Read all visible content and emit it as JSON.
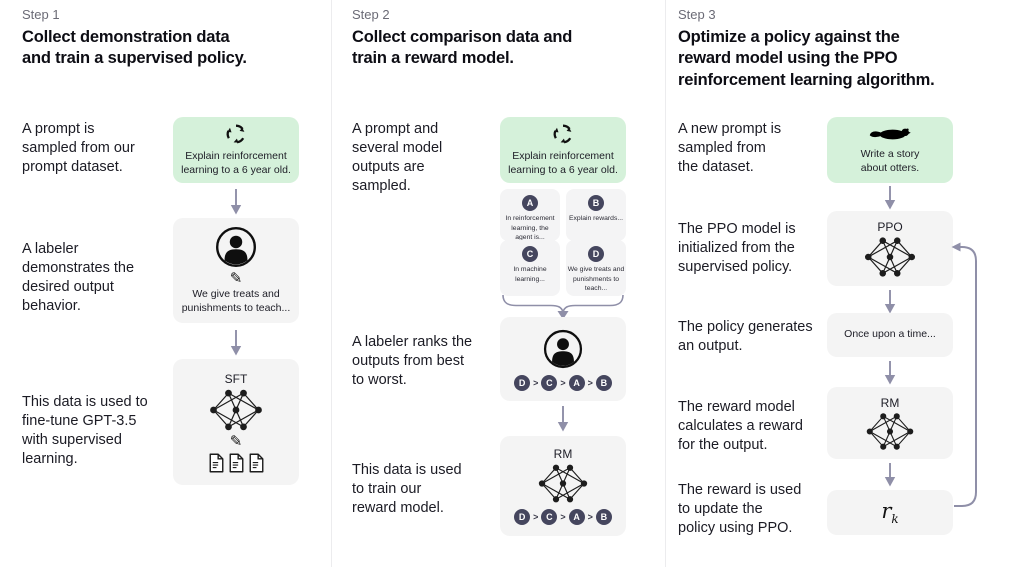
{
  "colors": {
    "green_box": "#d5f1da",
    "gray_box": "#f4f4f4",
    "badge": "#45465e",
    "arrow": "#8f8fa8",
    "divider": "#ececee"
  },
  "glyphs": {
    "pencil": "✎"
  },
  "icons": [
    "cycle-icon",
    "person-icon",
    "pencil-icon",
    "neural-network-icon",
    "document-icon",
    "otter-icon",
    "down-arrow-icon",
    "brace-arrow-icon",
    "loop-arrow-icon"
  ],
  "step1": {
    "label": "Step 1",
    "title": "Collect demonstration data\nand train a supervised policy.",
    "captions": {
      "prompt": "A prompt is\nsampled from our\nprompt dataset.",
      "labeler": "A labeler\ndemonstrates the\ndesired output\nbehavior.",
      "finetune": "This data is used to\nfine-tune GPT-3.5\nwith supervised\nlearning."
    },
    "prompt_box_text": "Explain reinforcement\nlearning to a 6 year old.",
    "labeler_box_text": "We give treats and\npunishments to teach...",
    "sft_label": "SFT"
  },
  "step2": {
    "label": "Step 2",
    "title": "Collect comparison data and\ntrain a reward model.",
    "captions": {
      "sampled": "A prompt and\nseveral model\noutputs are\nsampled.",
      "ranks": "A labeler ranks the\noutputs from best\nto worst.",
      "train": "This data is used\nto train our\nreward model."
    },
    "prompt_box_text": "Explain reinforcement\nlearning to a 6 year old.",
    "outputs": [
      {
        "badge": "A",
        "text": "In reinforcement\nlearning, the\nagent is..."
      },
      {
        "badge": "B",
        "text": "Explain rewards..."
      },
      {
        "badge": "C",
        "text": "In machine\nlearning..."
      },
      {
        "badge": "D",
        "text": "We give treats and\npunishments to\nteach..."
      }
    ],
    "ranking": [
      "D",
      "C",
      "A",
      "B"
    ],
    "rank_separator": ">",
    "rm_label": "RM"
  },
  "step3": {
    "label": "Step 3",
    "title": "Optimize a policy against the\nreward model using the PPO\nreinforcement learning algorithm.",
    "captions": {
      "new_prompt": "A new prompt is\nsampled from\nthe dataset.",
      "ppo_init": "The PPO model is\ninitialized from the\nsupervised policy.",
      "generates": "The policy generates\nan output.",
      "reward_calc": "The reward model\ncalculates a reward\nfor the output.",
      "update": "The reward is used\nto update the\npolicy using PPO."
    },
    "prompt_box_text": "Write a story\nabout otters.",
    "ppo_label": "PPO",
    "output_box_text": "Once upon a time...",
    "rm_label": "RM",
    "reward_symbol": "r",
    "reward_subscript": "k"
  }
}
